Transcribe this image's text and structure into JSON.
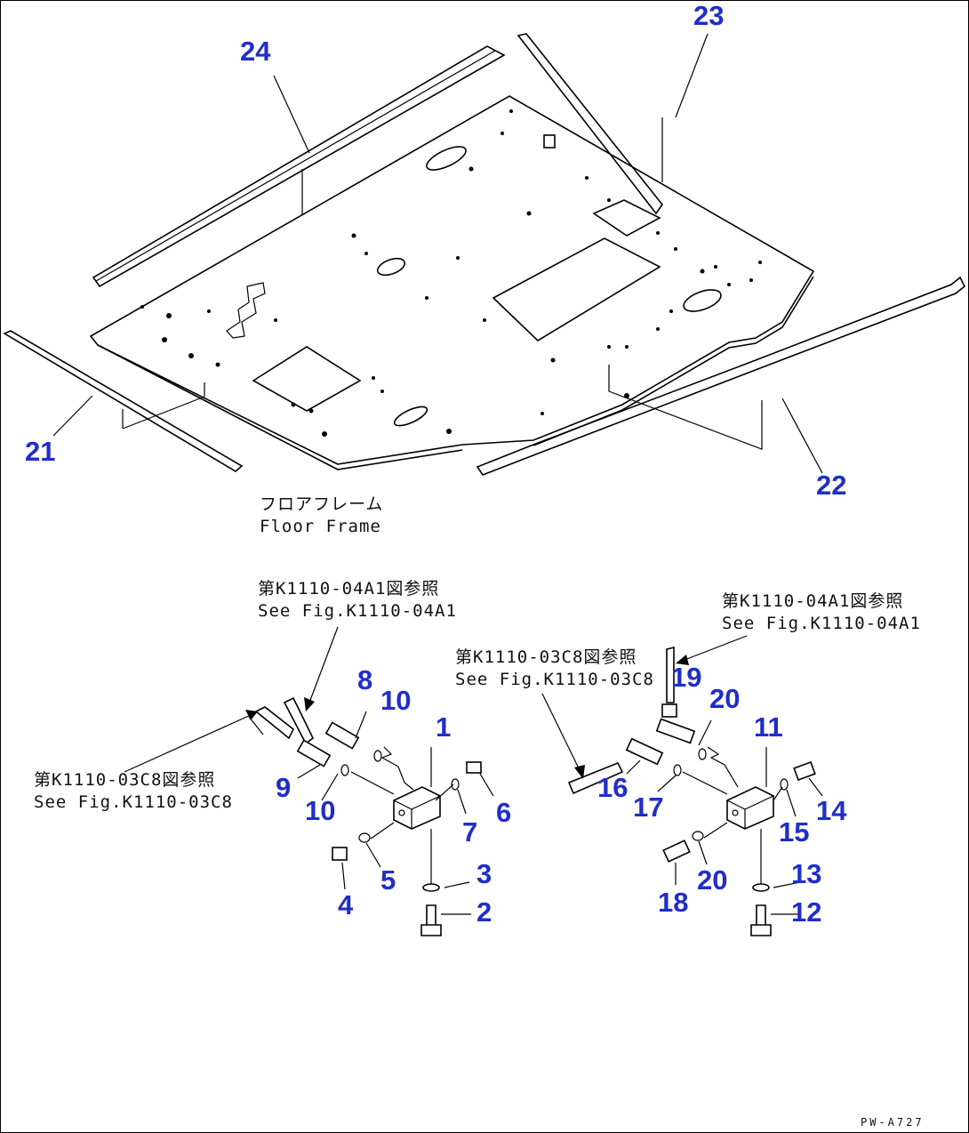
{
  "callouts": {
    "c1": "1",
    "c2": "2",
    "c3": "3",
    "c4": "4",
    "c5": "5",
    "c6": "6",
    "c7": "7",
    "c8": "8",
    "c9": "9",
    "c10a": "10",
    "c10b": "10",
    "c11": "11",
    "c12": "12",
    "c13": "13",
    "c14": "14",
    "c15": "15",
    "c16": "16",
    "c17": "17",
    "c18": "18",
    "c19": "19",
    "c20a": "20",
    "c20b": "20",
    "c21": "21",
    "c22": "22",
    "c23": "23",
    "c24": "24"
  },
  "notes": {
    "floor_frame_jp": "フロアフレーム",
    "floor_frame_en": "Floor Frame",
    "ref_left_top_jp": "第K1110-04A1図参照",
    "ref_left_top_en": "See Fig.K1110-04A1",
    "ref_left_bottom_jp": "第K1110-03C8図参照",
    "ref_left_bottom_en": "See Fig.K1110-03C8",
    "ref_mid_jp": "第K1110-03C8図参照",
    "ref_mid_en": "See Fig.K1110-03C8",
    "ref_right_jp": "第K1110-04A1図参照",
    "ref_right_en": "See Fig.K1110-04A1"
  },
  "drawing_code": "PW-A727"
}
